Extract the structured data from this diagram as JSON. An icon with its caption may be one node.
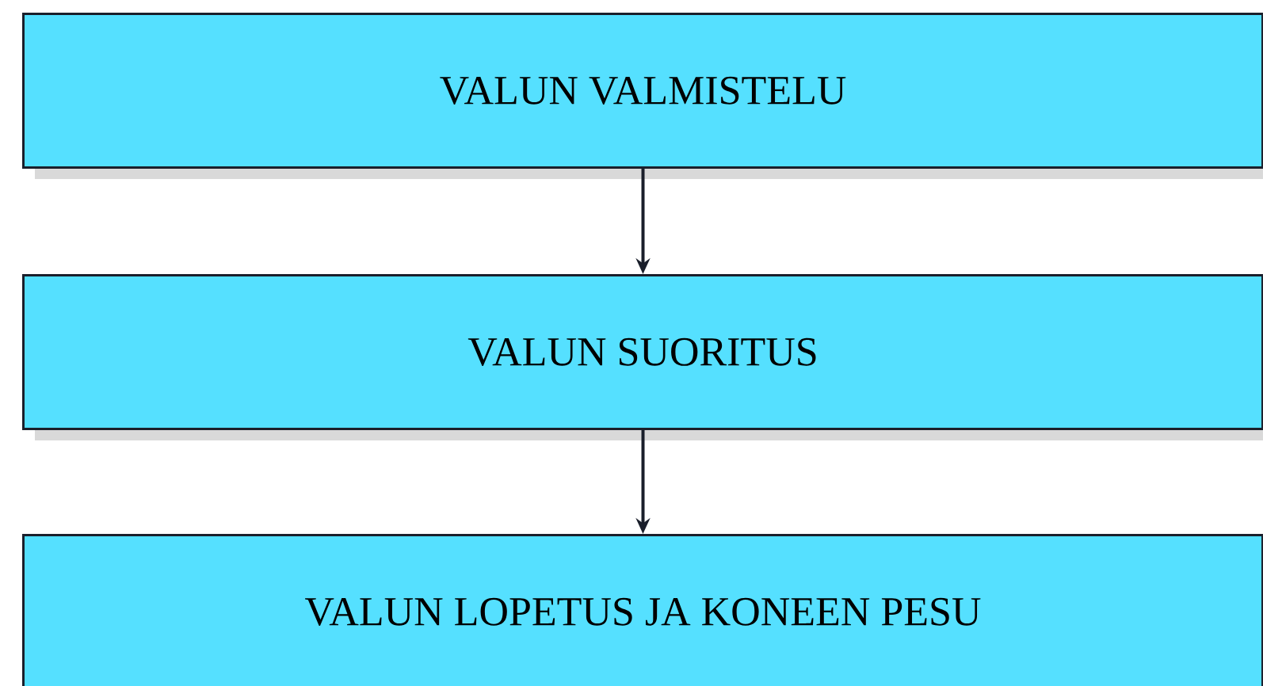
{
  "diagram": {
    "nodes": [
      {
        "text": [
          "VALUN VALMISTELU"
        ]
      },
      {
        "text": [
          "VALUN SUORITUS"
        ]
      },
      {
        "text": [
          "VALUN LOPETUS JA KONEEN PESU"
        ]
      }
    ],
    "edges": [
      {
        "from": 0,
        "to": 1,
        "arrow": "to"
      },
      {
        "from": 1,
        "to": 2,
        "arrow": "to"
      }
    ]
  }
}
